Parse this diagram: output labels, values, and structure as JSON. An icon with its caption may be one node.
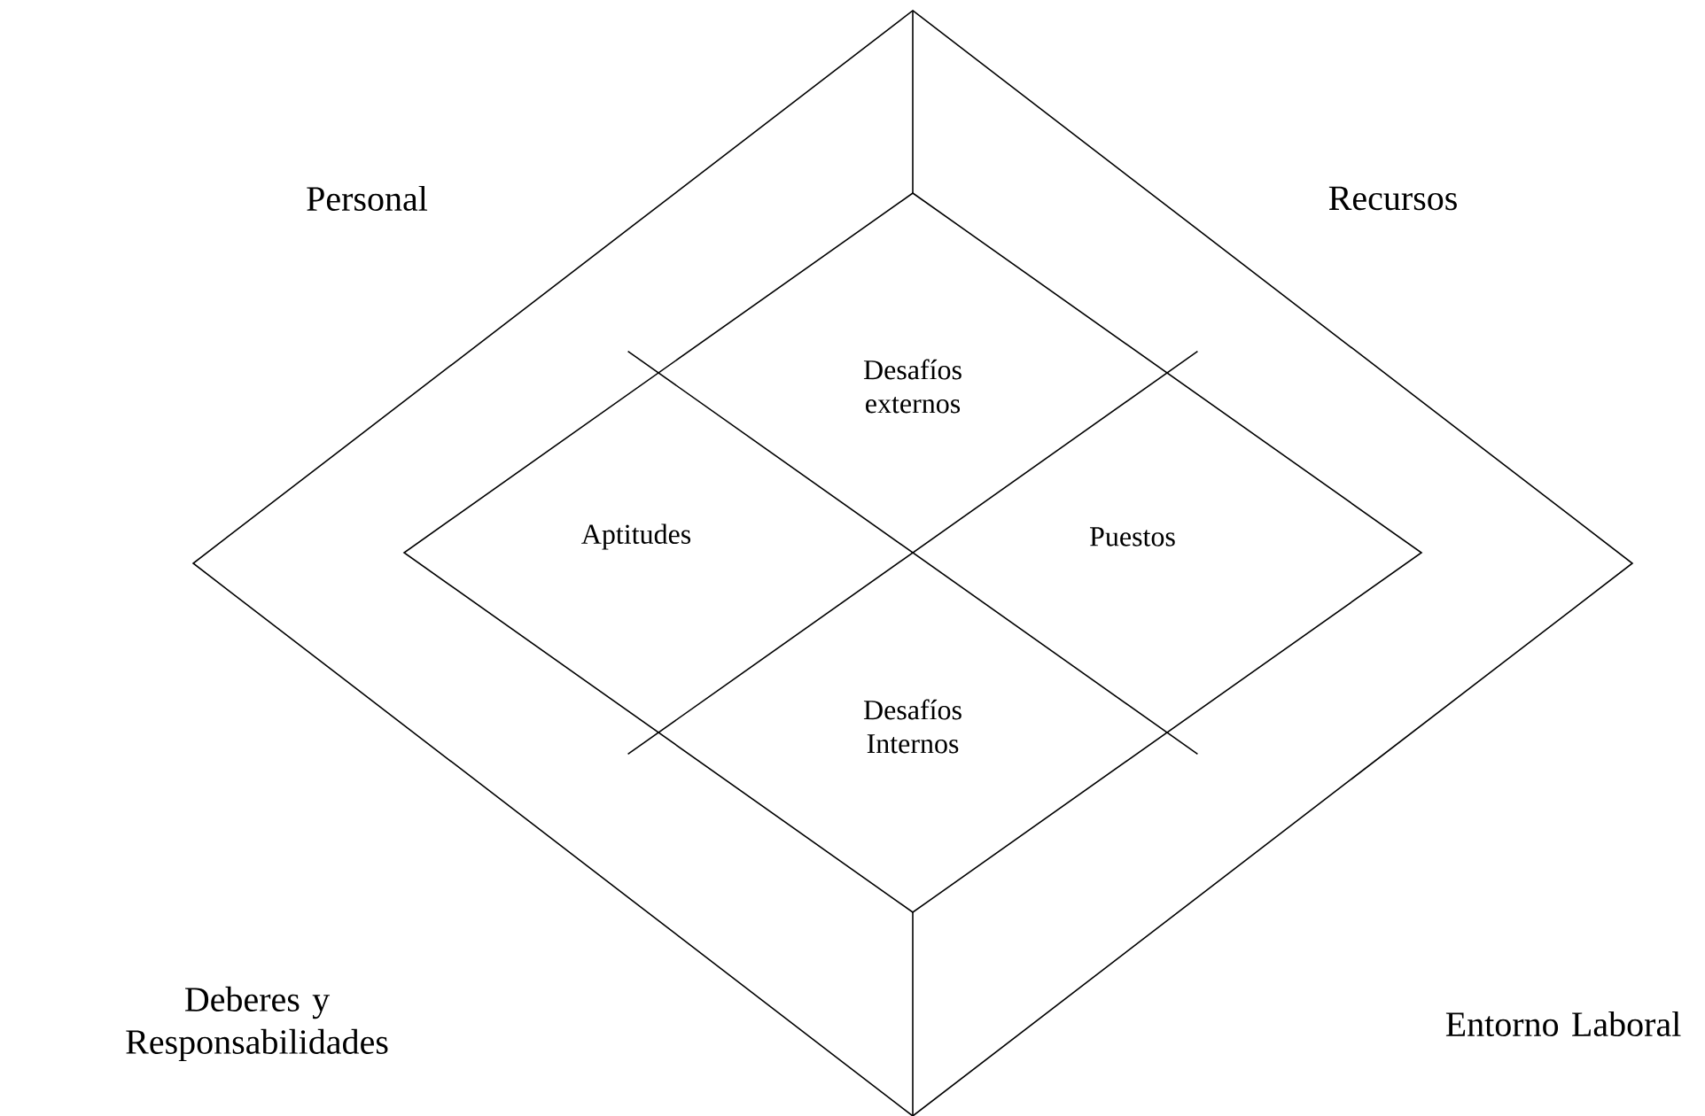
{
  "diagram": {
    "nodes": [
      {
        "text": [],
        "shape": "diamond"
      },
      {
        "text": [],
        "shape": "diamond",
        "in": 0
      },
      {
        "text": [
          "Desafíos externos"
        ],
        "in": 1
      },
      {
        "text": [
          "Aptitudes"
        ],
        "in": 1
      },
      {
        "text": [
          "Puestos"
        ],
        "in": 1
      },
      {
        "text": [
          "Desafíos Internos"
        ],
        "in": 1
      }
    ],
    "labels": [
      "Personal",
      "Recursos",
      "Deberes y Responsabilidades",
      "Entorno Laboral"
    ]
  }
}
